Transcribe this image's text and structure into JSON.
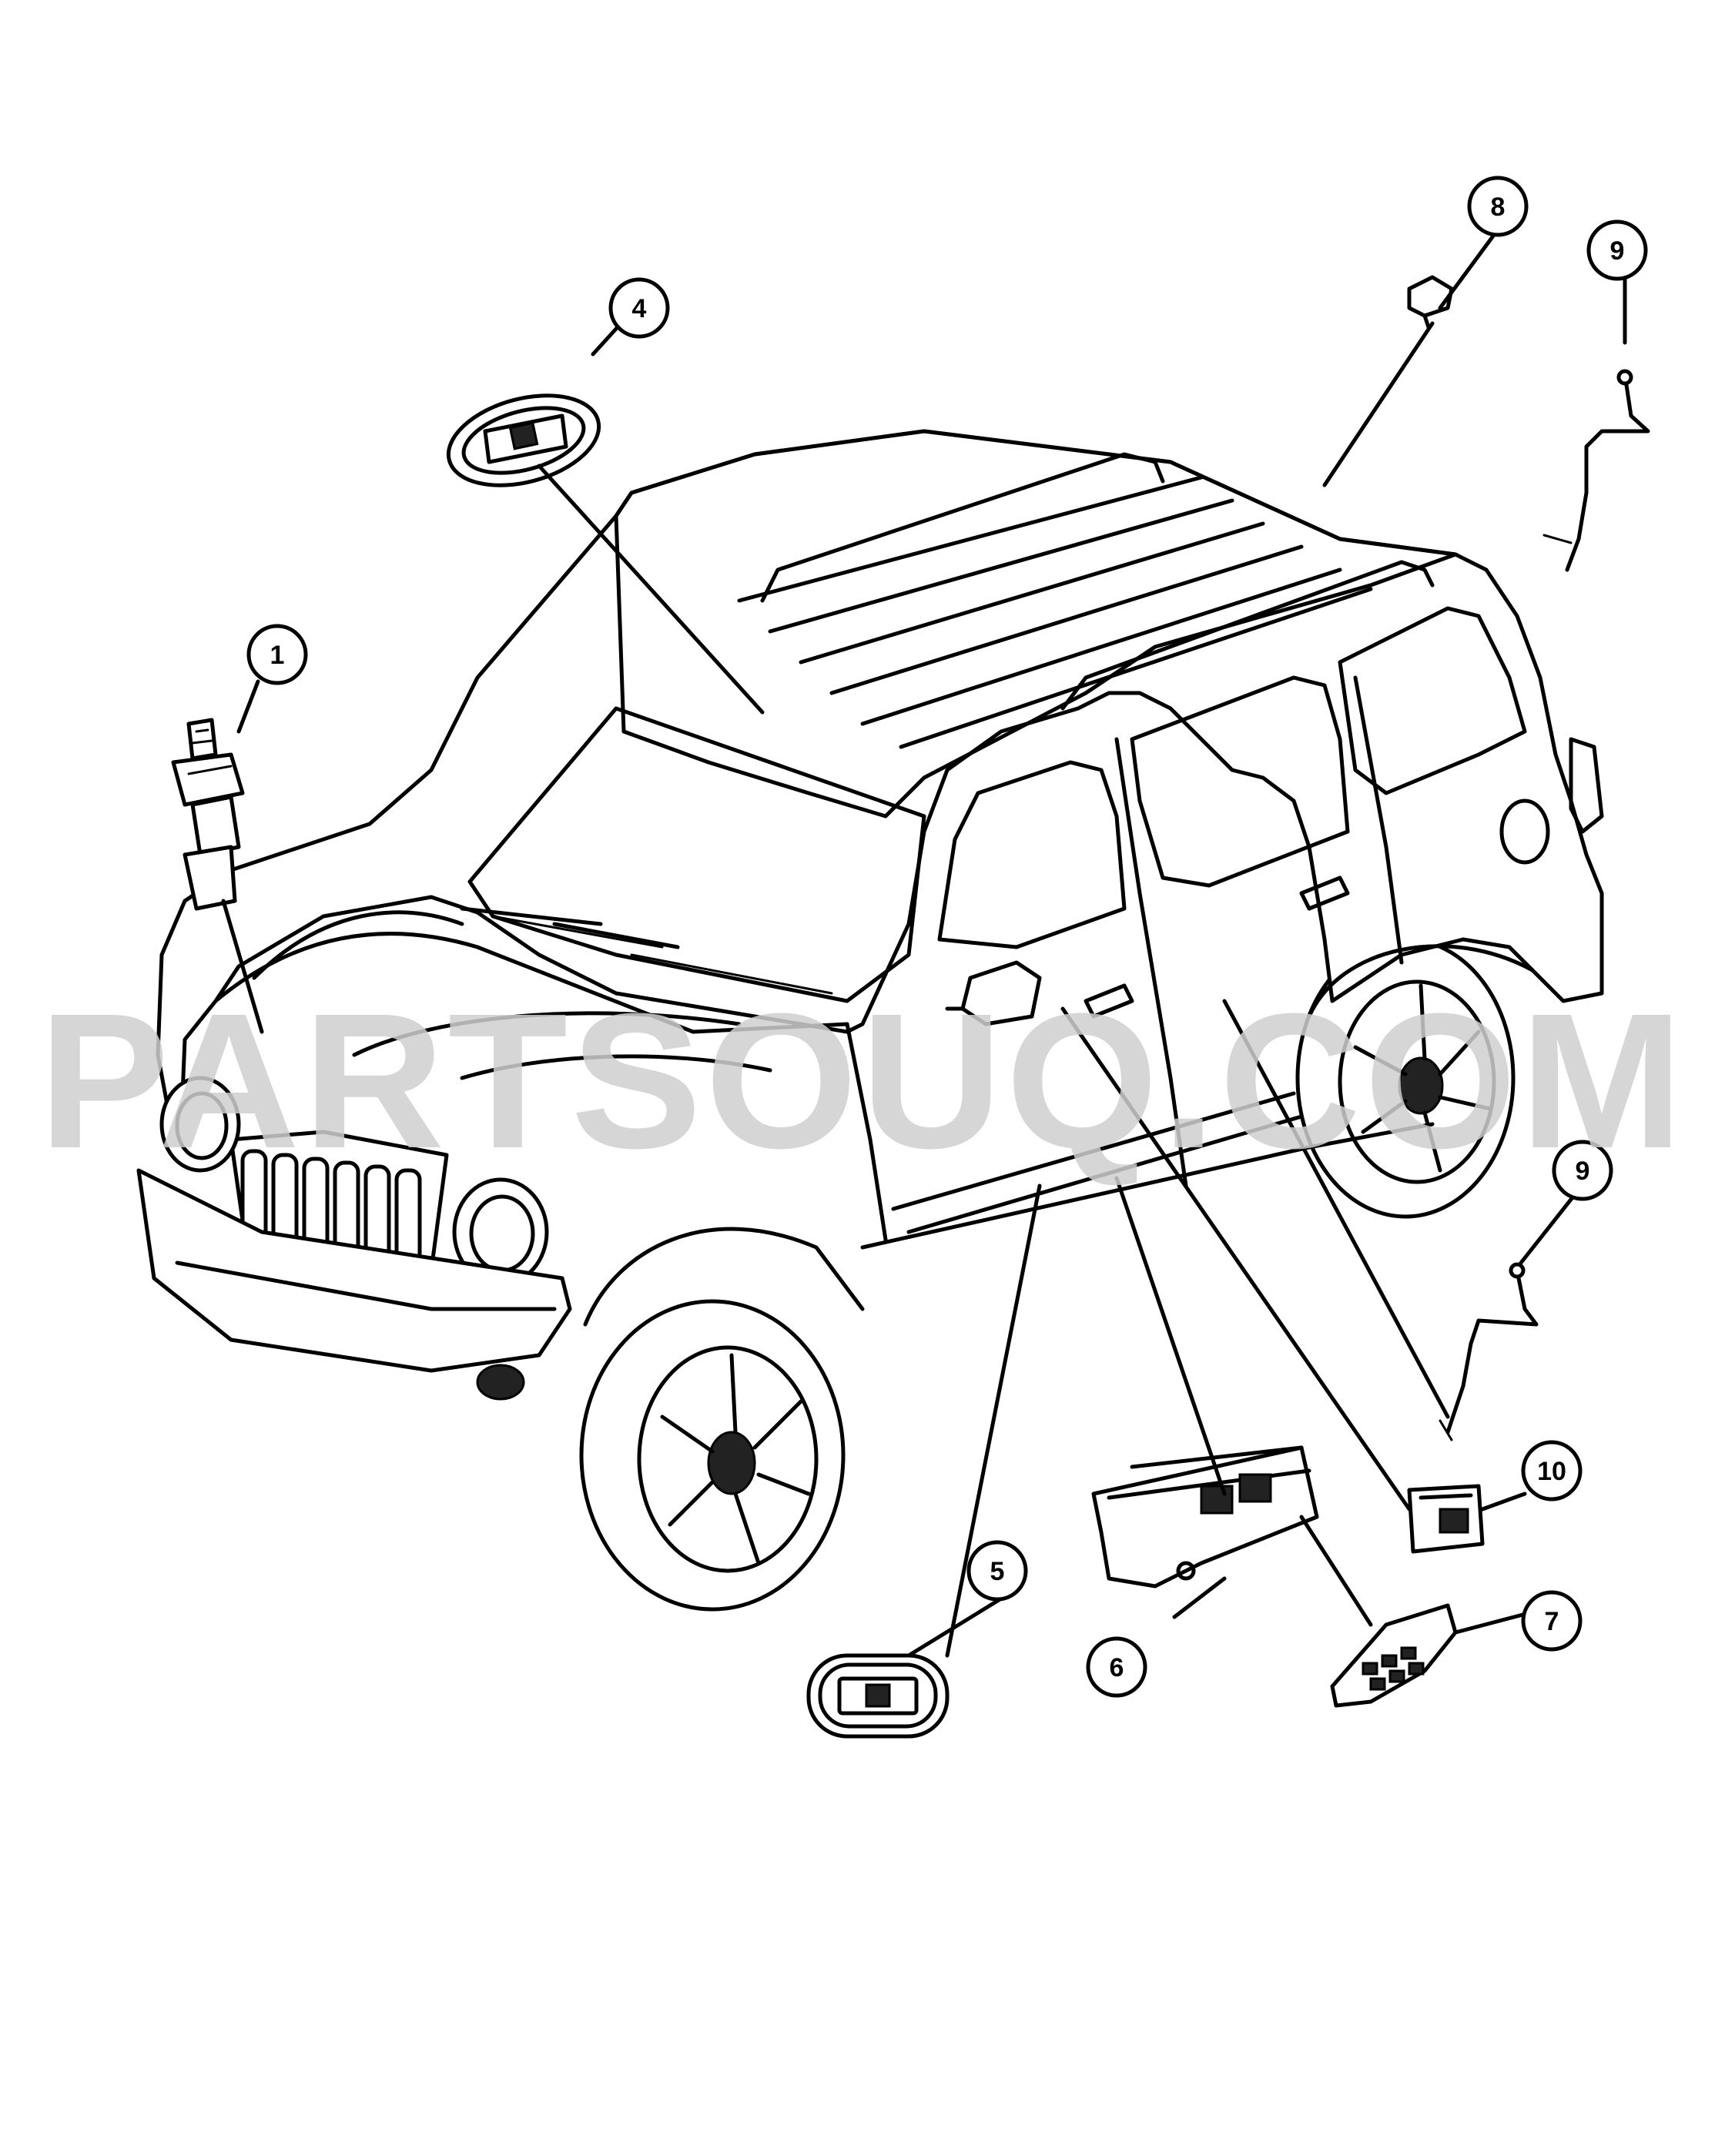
{
  "watermark": "PARTSOUQ.COM",
  "callouts": [
    {
      "id": "c1",
      "label": "1"
    },
    {
      "id": "c4",
      "label": "4"
    },
    {
      "id": "c5",
      "label": "5"
    },
    {
      "id": "c6",
      "label": "6"
    },
    {
      "id": "c7",
      "label": "7"
    },
    {
      "id": "c8",
      "label": "8"
    },
    {
      "id": "c9a",
      "label": "9"
    },
    {
      "id": "c9b",
      "label": "9"
    },
    {
      "id": "c10",
      "label": "10"
    }
  ]
}
